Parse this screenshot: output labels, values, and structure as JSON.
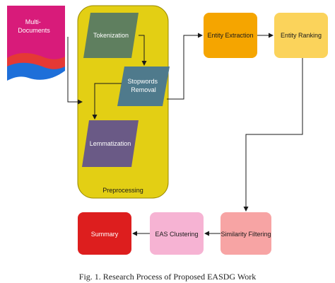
{
  "nodes": {
    "multi_documents": "Multi-\nDocuments",
    "tokenization": "Tokenization",
    "stopwords_removal": "Stopwords\nRemoval",
    "lemmatization": "Lemmatization",
    "preprocessing": "Preprocessing",
    "entity_extraction": "Entity Extraction",
    "entity_ranking": "Entity Ranking",
    "similarity_filtering": "Similarity Filtering",
    "eas_clustering": "EAS Clustering",
    "summary": "Summary"
  },
  "caption": "Fig. 1.   Research Process of Proposed EASDG Work",
  "colors": {
    "document_fill": "#d81b7a",
    "wave_red": "#e53935",
    "wave_blue": "#1e6fd9",
    "preprocessing_fill": "#e3cf14",
    "preprocessing_stroke": "#9a8a00",
    "tokenization_fill": "#5f7f5f",
    "stopwords_fill": "#4f7a8c",
    "lemmatization_fill": "#6a5a86",
    "entity_extraction_fill": "#f5a500",
    "entity_ranking_fill": "#fbd35b",
    "similarity_fill": "#f7a4a4",
    "eas_clustering_fill": "#f6b3d3",
    "summary_fill": "#dd1e1e",
    "arrow": "#1a1a1a"
  }
}
